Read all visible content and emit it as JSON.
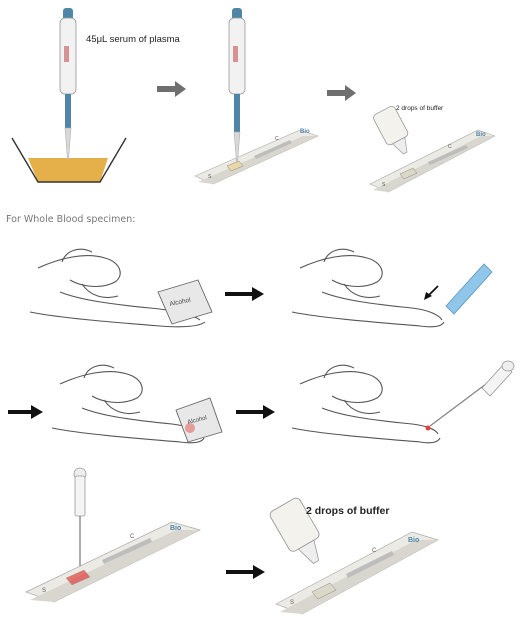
{
  "section_label": "For Whole Blood specimen:",
  "plasma_steps": {
    "pipette_label": "45μL serum of plasma",
    "buffer_label": "2 drops of buffer"
  },
  "blood_steps": {
    "alcohol_label_1": "Alcohol",
    "alcohol_label_2": "Alcohol",
    "buffer_label": "2 drops of buffer"
  },
  "device": {
    "brand": "Bio",
    "well_marker": "S",
    "control_marker": "C"
  },
  "colors": {
    "plasma": "#e5b04a",
    "pipette_blue": "#4f86a8",
    "arrow_gray": "#6f6f6f",
    "arrow_black": "#111111",
    "lancet_blue": "#8fc6ea",
    "blood_red": "#e0413a"
  }
}
